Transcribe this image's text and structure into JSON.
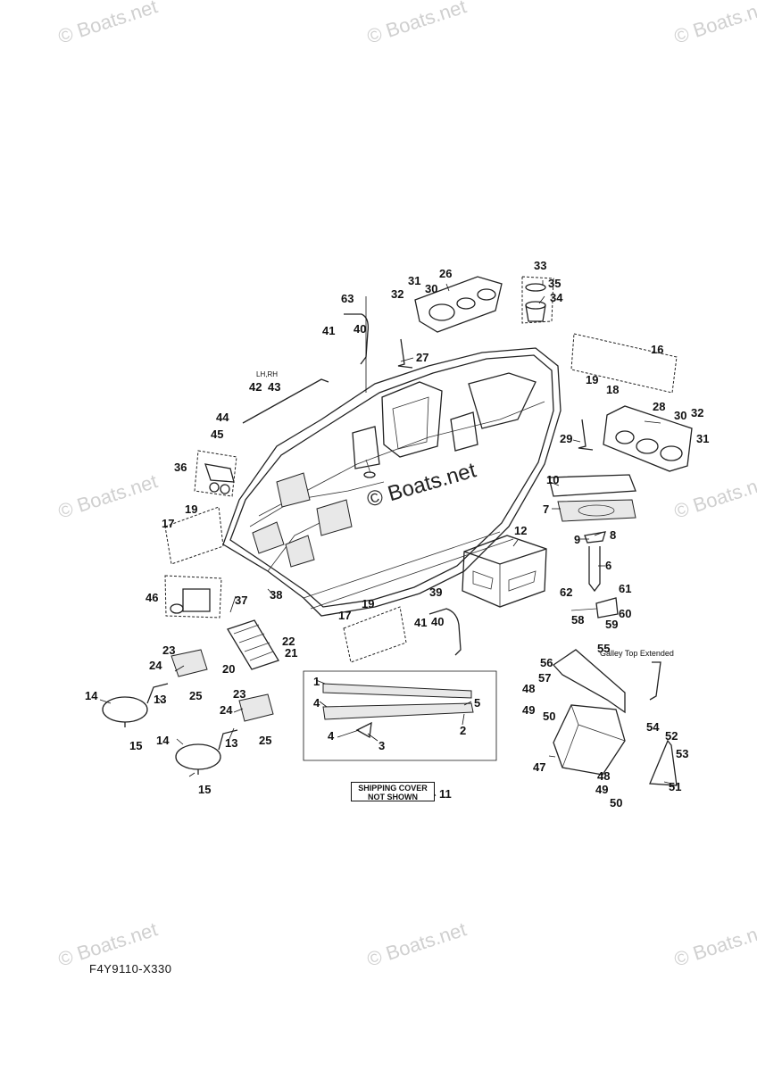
{
  "watermark": "© Boats.net",
  "diagram_code": "F4Y9110-X330",
  "notes": {
    "side": "LH,RH",
    "galley": "Galley Top Extended",
    "shipping_line1": "SHIPPING COVER",
    "shipping_line2": "NOT SHOWN"
  },
  "callouts": {
    "c1": "1",
    "c2": "2",
    "c3": "3",
    "c4": "4",
    "c5": "5",
    "c6": "6",
    "c7": "7",
    "c8": "8",
    "c9": "9",
    "c10": "10",
    "c11": "11",
    "c12": "12",
    "c13": "13",
    "c14": "14",
    "c15": "15",
    "c16": "16",
    "c17": "17",
    "c18": "18",
    "c19": "19",
    "c20": "20",
    "c21": "21",
    "c22": "22",
    "c23": "23",
    "c24": "24",
    "c25": "25",
    "c26": "26",
    "c27": "27",
    "c28": "28",
    "c29": "29",
    "c30": "30",
    "c31": "31",
    "c32": "32",
    "c33": "33",
    "c34": "34",
    "c35": "35",
    "c36": "36",
    "c37": "37",
    "c38": "38",
    "c39": "39",
    "c40": "40",
    "c41": "41",
    "c42": "42",
    "c43": "43",
    "c44": "44",
    "c45": "45",
    "c46": "46",
    "c47": "47",
    "c48": "48",
    "c49": "49",
    "c50": "50",
    "c51": "51",
    "c52": "52",
    "c53": "53",
    "c54": "54",
    "c55": "55",
    "c56": "56",
    "c57": "57",
    "c58": "58",
    "c59": "59",
    "c60": "60",
    "c61": "61",
    "c62": "62",
    "c63": "63"
  }
}
